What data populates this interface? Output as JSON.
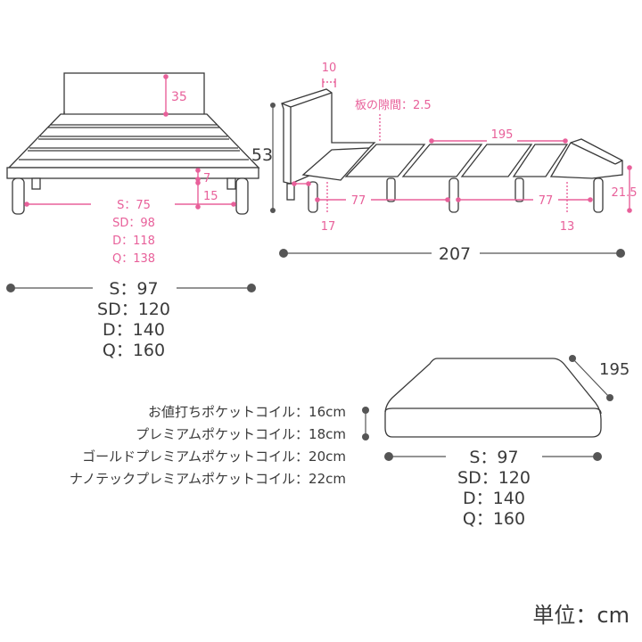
{
  "bed_front": {
    "headboard_height": "35",
    "frame_height": "7",
    "leg_clearance": "15",
    "leg_spacing": [
      "S：75",
      "SD：98",
      "D：118",
      "Q：138"
    ]
  },
  "bed_side": {
    "head_thickness": "10",
    "slat_gap_label": "板の隙間：2.5",
    "total_height": "53",
    "slat_length": "195",
    "leg_span_left": "77",
    "leg_span_right": "77",
    "front_leg_offset": "17",
    "rear_leg_offset": "13",
    "foot_height": "21.5",
    "total_length": "207"
  },
  "bed_widths": [
    "S：97",
    "SD：120",
    "D：140",
    "Q：160"
  ],
  "mattress": {
    "length": "195",
    "thickness_options": [
      "お値打ちポケットコイル：16cm",
      "プレミアムポケットコイル：18cm",
      "ゴールドプレミアムポケットコイル：20cm",
      "ナノテックプレミアムポケットコイル：22cm"
    ],
    "widths": [
      "S：97",
      "SD：120",
      "D：140",
      "Q：160"
    ]
  },
  "unit_label": "単位：cm",
  "colors": {
    "line": "#3a3a3a",
    "dimension_pink": "#e8609a"
  }
}
